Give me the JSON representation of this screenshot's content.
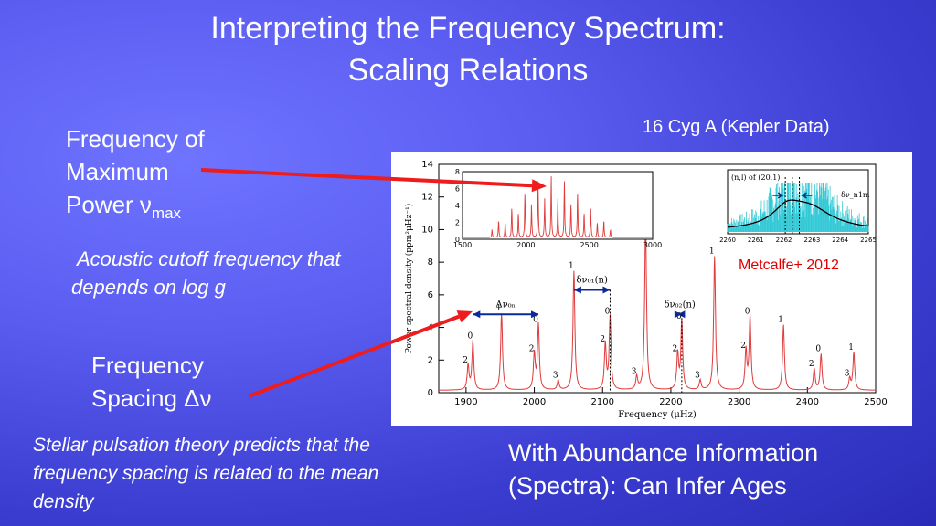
{
  "slide": {
    "title_line1": "Interpreting the Frequency Spectrum:",
    "title_line2": "Scaling Relations",
    "numax_line1": "Frequency of",
    "numax_line2": "Maximum",
    "numax_line3": "Power ν",
    "numax_sub": "max",
    "cutoff_line1": "Acoustic cutoff frequency that",
    "cutoff_line2": "depends on log g",
    "spacing_line1": "Frequency",
    "spacing_line2": "Spacing Δν",
    "theory_line1": "Stellar pulsation theory predicts that the",
    "theory_line2": "frequency spacing is related to the mean",
    "theory_line3": "density",
    "ages_line1": "With Abundance Information",
    "ages_line2": "(Spectra): Can Infer Ages",
    "star_label": "16 Cyg A (Kepler Data)",
    "citation": "Metcalfe+ 2012",
    "arrow_color": "#ee1c1c"
  },
  "chart_data": [
    {
      "type": "line",
      "xlabel": "Frequency (μHz)",
      "ylabel": "Power spectral density (ppm²μHz⁻¹)",
      "xlim": [
        1860,
        2500
      ],
      "ylim": [
        0,
        14
      ],
      "xticks": [
        1900,
        2000,
        2100,
        2200,
        2300,
        2400,
        2500
      ],
      "yticks": [
        0,
        2,
        4,
        6,
        8,
        10,
        12,
        14
      ],
      "line_color": "#e03a3a",
      "peaks": [
        {
          "x": 1903,
          "h": 1.5,
          "l": "2"
        },
        {
          "x": 1910,
          "h": 3.0,
          "l": "0"
        },
        {
          "x": 1952,
          "h": 4.7,
          "l": "1"
        },
        {
          "x": 2000,
          "h": 2.2,
          "l": "2"
        },
        {
          "x": 2006,
          "h": 4.0,
          "l": "0"
        },
        {
          "x": 2035,
          "h": 0.6,
          "l": "3"
        },
        {
          "x": 2058,
          "h": 7.3,
          "l": "1"
        },
        {
          "x": 2104,
          "h": 2.8,
          "l": "2"
        },
        {
          "x": 2111,
          "h": 4.5,
          "l": "0"
        },
        {
          "x": 2150,
          "h": 0.8,
          "l": "3"
        },
        {
          "x": 2163,
          "h": 10.5,
          "l": "1"
        },
        {
          "x": 2210,
          "h": 2.2,
          "l": "2"
        },
        {
          "x": 2216,
          "h": 4.2,
          "l": "0"
        },
        {
          "x": 2243,
          "h": 0.6,
          "l": "3"
        },
        {
          "x": 2264,
          "h": 8.2,
          "l": "1"
        },
        {
          "x": 2310,
          "h": 2.4,
          "l": "2"
        },
        {
          "x": 2316,
          "h": 4.5,
          "l": "0"
        },
        {
          "x": 2365,
          "h": 4.0,
          "l": "1"
        },
        {
          "x": 2410,
          "h": 1.3,
          "l": "2"
        },
        {
          "x": 2420,
          "h": 2.2,
          "l": "0"
        },
        {
          "x": 2468,
          "h": 2.3,
          "l": "1"
        },
        {
          "x": 2462,
          "h": 0.7,
          "l": "3"
        }
      ],
      "annotations": [
        {
          "text": "Δν₀ₙ",
          "from": 1910,
          "to": 2006,
          "y": 4.8
        },
        {
          "text": "δν₀₁(n)",
          "from": 2058,
          "to": 2111,
          "y": 6.3
        },
        {
          "text": "δν₀₂(n)",
          "from": 2210,
          "to": 2216,
          "y": 4.8
        }
      ]
    },
    {
      "type": "line",
      "title": "",
      "xlim": [
        1500,
        3000
      ],
      "ylim": [
        0,
        8
      ],
      "xticks": [
        1500,
        2000,
        2500,
        3000
      ],
      "yticks": [
        0,
        2,
        4,
        6,
        8
      ],
      "line_color": "#e03a3a",
      "peak_spacing": 103.8,
      "peak_center": 2200
    },
    {
      "type": "line",
      "title": "(n,l) of (20,1)",
      "annotation": "δν_n1m",
      "xlim": [
        2260,
        2265
      ],
      "xticks": [
        2260,
        2261,
        2262,
        2263,
        2264,
        2265
      ],
      "data_color": "#33c9d6",
      "fit_color": "#000000"
    }
  ]
}
